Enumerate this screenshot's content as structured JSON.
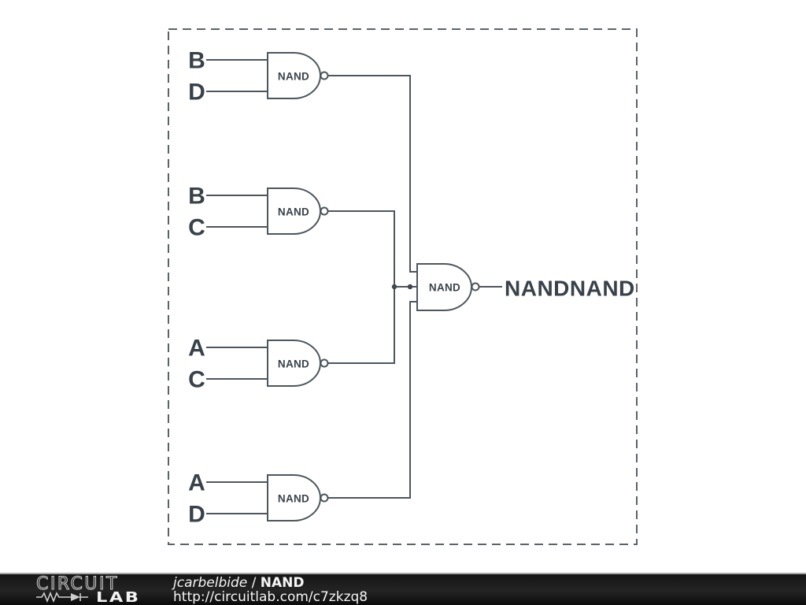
{
  "diagram": {
    "gates": {
      "g1": {
        "label": "NAND",
        "inputs": [
          "B",
          "D"
        ]
      },
      "g2": {
        "label": "NAND",
        "inputs": [
          "B",
          "C"
        ]
      },
      "g3": {
        "label": "NAND",
        "inputs": [
          "A",
          "C"
        ]
      },
      "g4": {
        "label": "NAND",
        "inputs": [
          "A",
          "D"
        ]
      },
      "g5": {
        "label": "NAND"
      }
    },
    "output_label": "NANDNAND"
  },
  "footer": {
    "logo_word_top": "CIRCUIT",
    "logo_word_bottom": "LAB",
    "author": "jcarbelbide",
    "separator": " / ",
    "title": "NAND",
    "url": "http://circuitlab.com/c7zkzq8"
  },
  "colors": {
    "wire": "#4d565c",
    "label_text": "#39424a",
    "dashed_border": "#5b6369",
    "footer_background": "#161616",
    "footer_text": "#f5f5f5"
  }
}
